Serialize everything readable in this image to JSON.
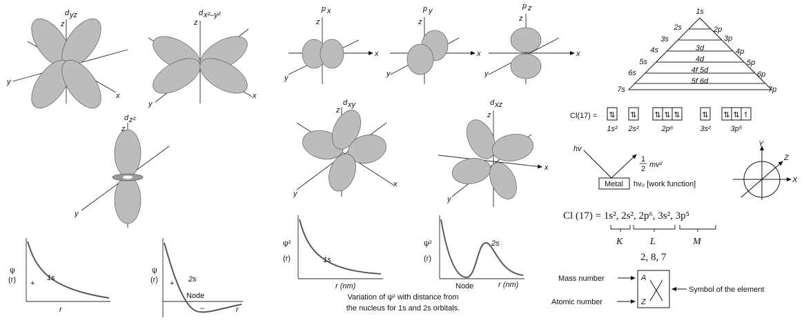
{
  "orbitals_d": {
    "dyz": {
      "name": "d",
      "sub": "yz",
      "axes": {
        "z": "z",
        "y": "y",
        "x": "x"
      }
    },
    "dx2y2": {
      "name": "d",
      "sub": "x²–y²",
      "axes": {
        "z": "z",
        "y": "y",
        "x": "x"
      }
    },
    "dz2": {
      "name": "d",
      "sub": "z²",
      "axes": {
        "z": "z",
        "y": "y"
      }
    },
    "dxy": {
      "name": "d",
      "sub": "xy",
      "axes": {
        "z": "z",
        "y": "y",
        "x": "x"
      }
    },
    "dxz": {
      "name": "d",
      "sub": "xz",
      "axes": {
        "z": "z",
        "y": "y",
        "x": "x"
      }
    }
  },
  "orbitals_p": {
    "px": {
      "name": "p",
      "sub": "x",
      "axes": {
        "z": "z",
        "y": "y",
        "x": "x"
      }
    },
    "py": {
      "name": "p",
      "sub": "y",
      "axes": {
        "z": "z",
        "y": "y",
        "x": "x"
      }
    },
    "pz": {
      "name": "p",
      "sub": "z",
      "axes": {
        "z": "z",
        "y": "y",
        "x": "x"
      }
    }
  },
  "psi_plots": {
    "ylabel_top": "ψ",
    "ylabel_bottom": "(r)",
    "xlabel": "r",
    "s1": {
      "label": "1s",
      "sign": "+"
    },
    "s2": {
      "label": "2s",
      "sign_plus": "+",
      "sign_minus": "–",
      "node": "Node"
    }
  },
  "psi2_plots": {
    "ylabel_top": "ψ²",
    "ylabel_bottom": "(r)",
    "s1": {
      "label": "1s",
      "xlabel": "r (nm)"
    },
    "s2": {
      "label": "2s",
      "xlabel": "r (nm)",
      "node": "Node"
    },
    "caption_line1": "Variation of ψ² with distance from",
    "caption_line2": "the nucleus for 1s and 2s orbitals."
  },
  "triangle": {
    "apex": "1s",
    "left": [
      "2s",
      "3s",
      "4s",
      "5s",
      "6s",
      "7s"
    ],
    "right": [
      "2p",
      "3p",
      "4p",
      "5p",
      "6p",
      "7p"
    ],
    "inner": [
      "3d",
      "4d",
      "4f 5d",
      "5f 6d"
    ]
  },
  "config_boxes": {
    "element": "Cl(17) =",
    "groups": [
      {
        "label": "1s²",
        "arrows": [
          "⇅"
        ]
      },
      {
        "label": "2s²",
        "arrows": [
          "⇅"
        ]
      },
      {
        "label": "2p⁶",
        "arrows": [
          "⇅",
          "⇅",
          "⇅"
        ]
      },
      {
        "label": "3s²",
        "arrows": [
          "⇅"
        ]
      },
      {
        "label": "3p⁵",
        "arrows": [
          "⇅",
          "⇅",
          "↿"
        ]
      }
    ]
  },
  "photoelectric": {
    "hv": "hv",
    "ke_num": "1",
    "ke_den": "2",
    "ke_text": "mv²",
    "metal": "Metal",
    "work": "hv₀  [work function]"
  },
  "axes3d": {
    "x": "X",
    "y": "Y",
    "z": "Z"
  },
  "config_text": {
    "formula": "Cl (17) = 1s², 2s², 2p⁶, 3s², 3p⁵",
    "shells": [
      "K",
      "L",
      "M"
    ],
    "counts": "2, 8, 7"
  },
  "nuclide": {
    "mass": "Mass number",
    "atomic": "Atomic number",
    "A": "A",
    "Z": "Z",
    "symbol": "Symbol of the element"
  }
}
